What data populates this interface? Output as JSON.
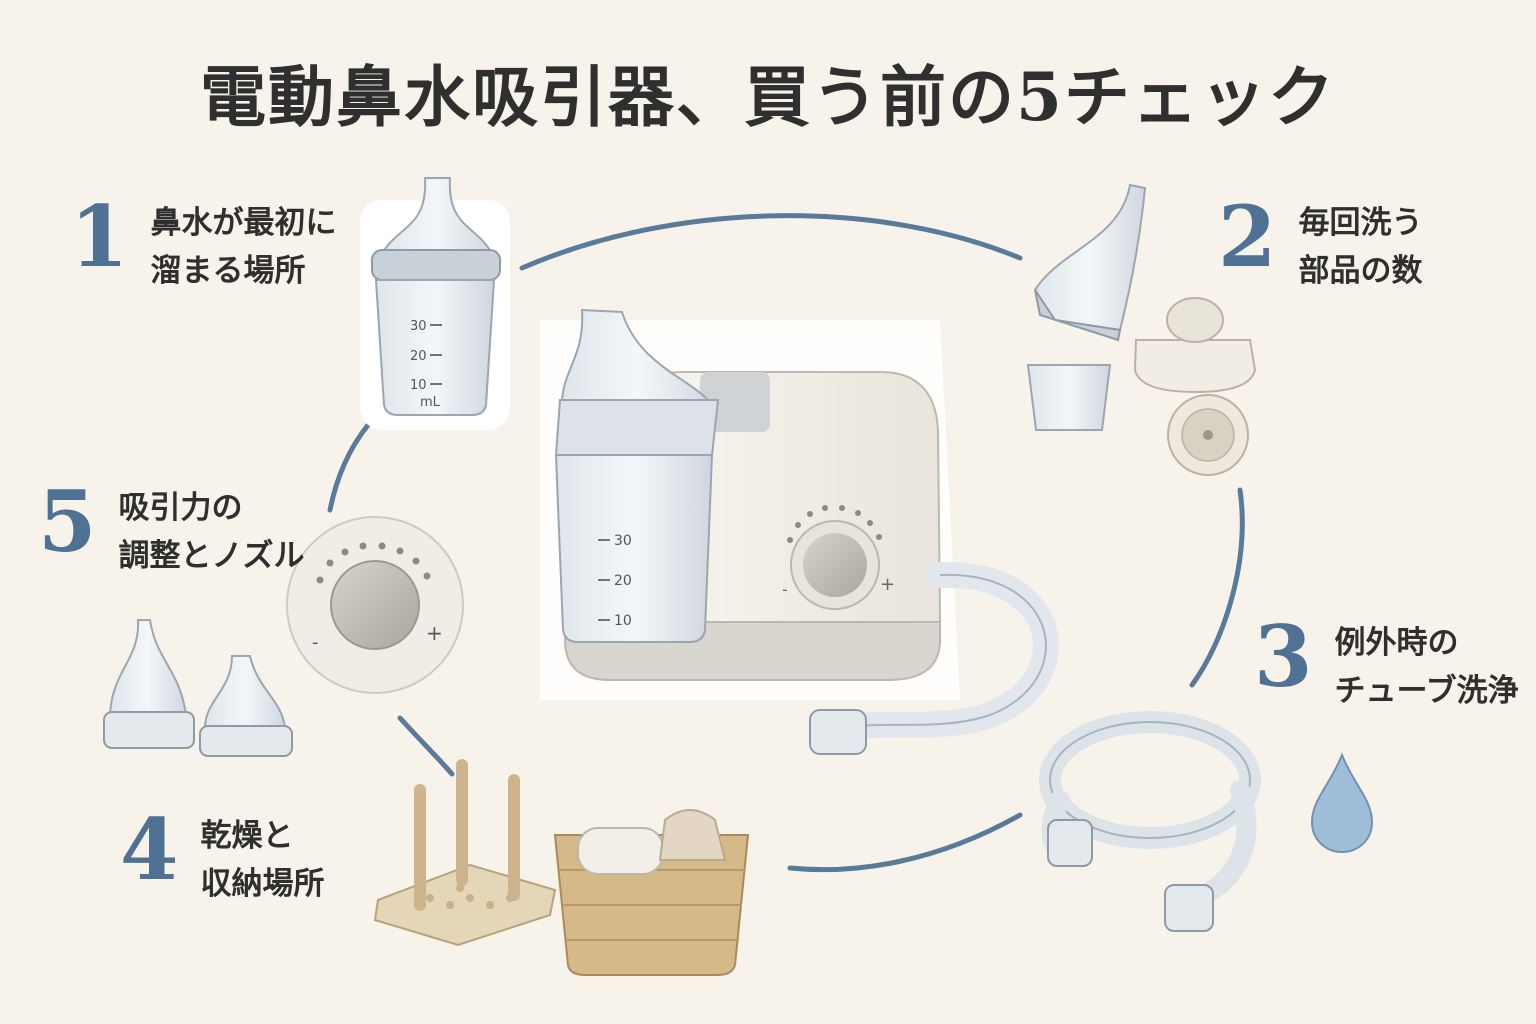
{
  "title": "電動鼻水吸引器、買う前の5チェック",
  "checks": [
    {
      "num": "1",
      "line1": "鼻水が最初に",
      "line2": "溜まる場所"
    },
    {
      "num": "2",
      "line1": "毎回洗う",
      "line2": "部品の数"
    },
    {
      "num": "3",
      "line1": "例外時の",
      "line2": "チューブ洗浄"
    },
    {
      "num": "4",
      "line1": "乾燥と",
      "line2": "収納場所"
    },
    {
      "num": "5",
      "line1": "吸引力の",
      "line2": "調整とノズル"
    }
  ],
  "cup_scale": {
    "t30": "30",
    "t20": "20",
    "t10": "10",
    "unit": "mL"
  },
  "machine_scale": {
    "t30": "30",
    "t20": "20",
    "t10": "10"
  },
  "dial": {
    "minus": "-",
    "plus": "+"
  },
  "colors": {
    "accent": "#4f7193",
    "background": "#f7f3ea"
  }
}
